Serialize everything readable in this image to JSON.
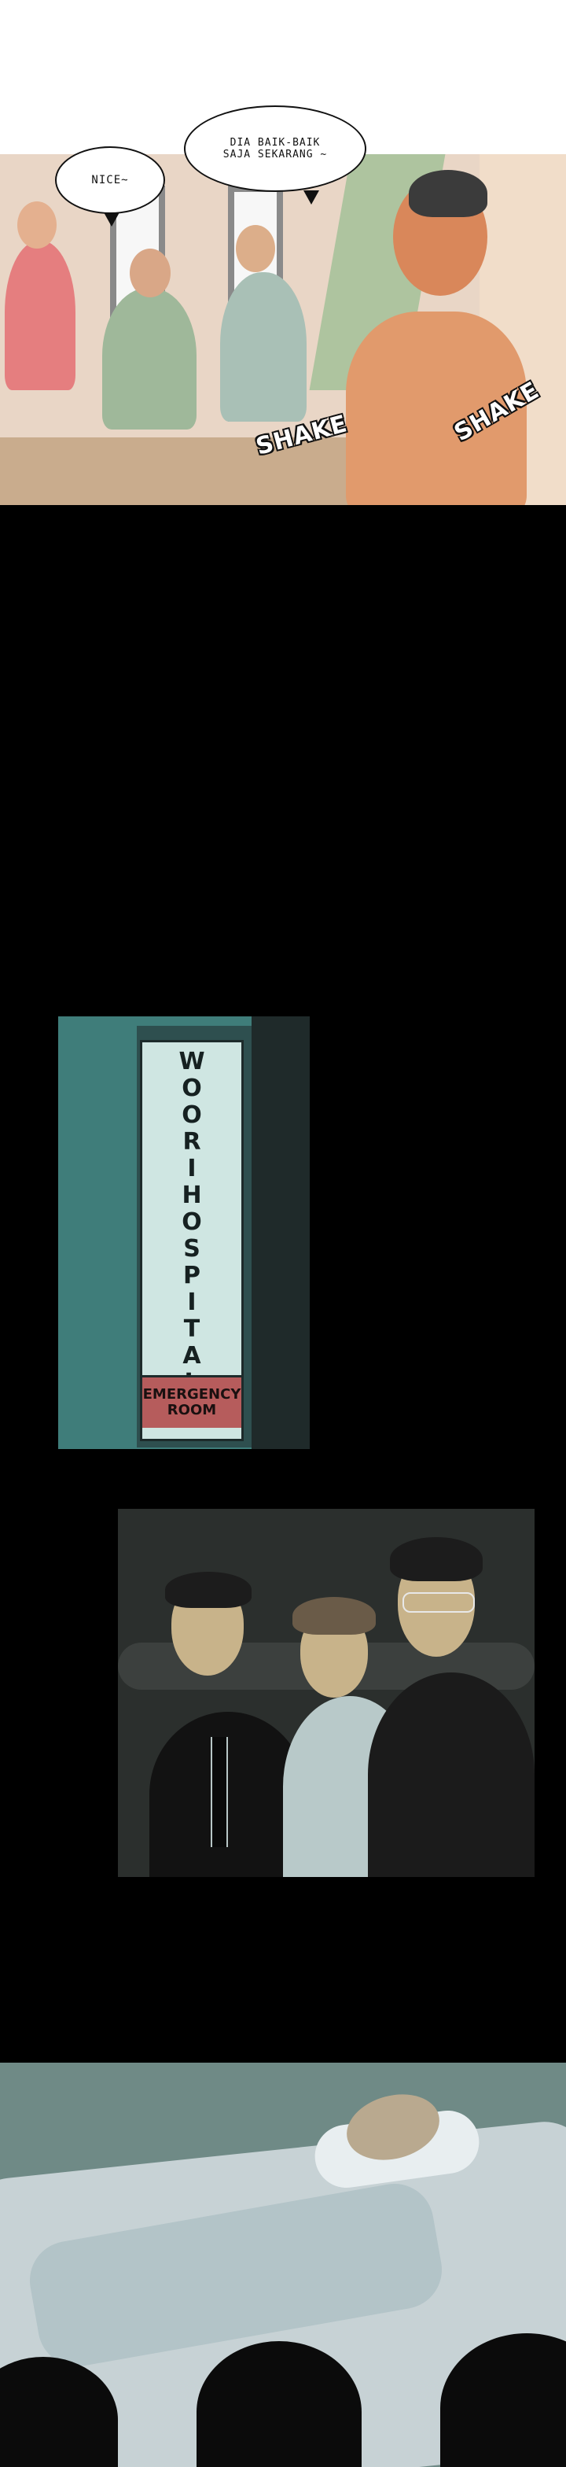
{
  "panel_1": {
    "bubble_nice": "NICE~",
    "bubble_baik": "DIA BAIK-BAIK\nSAJA SEKARANG ~",
    "sfx_left": "SHAKE",
    "sfx_right": "SHAKE"
  },
  "panel_2": {
    "sign_vertical_letters": [
      "W",
      "O",
      "O",
      "R",
      "I",
      "H",
      "O",
      "S",
      "P",
      "I",
      "T",
      "A",
      "L"
    ],
    "emergency_line_1": "EMERGENCY",
    "emergency_line_2": "ROOM"
  }
}
